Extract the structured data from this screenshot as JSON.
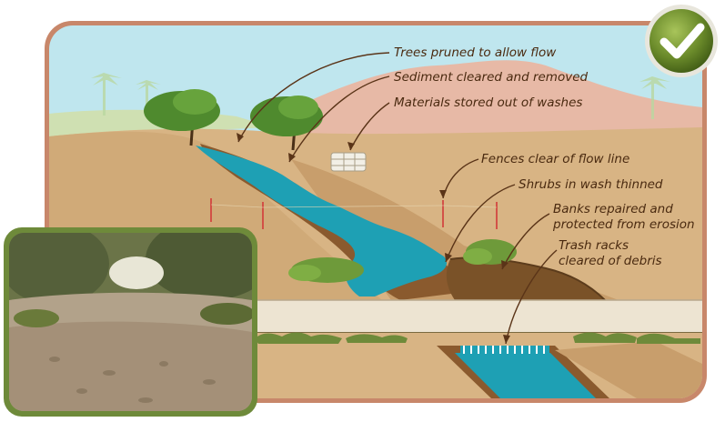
{
  "callouts": [
    {
      "id": "trees",
      "lines": [
        "Trees pruned to allow flow"
      ]
    },
    {
      "id": "sediment",
      "lines": [
        "Sediment cleared and removed"
      ]
    },
    {
      "id": "materials",
      "lines": [
        "Materials stored out of washes"
      ]
    },
    {
      "id": "fences",
      "lines": [
        "Fences clear of flow line"
      ]
    },
    {
      "id": "shrubs",
      "lines": [
        "Shrubs in wash thinned"
      ]
    },
    {
      "id": "banks",
      "lines": [
        "Banks repaired and",
        "protected from erosion"
      ]
    },
    {
      "id": "trash",
      "lines": [
        "Trash racks",
        "cleared of debris"
      ]
    }
  ],
  "badge": {
    "icon": "checkmark-icon",
    "color": "#6a8a2a"
  },
  "photo": {
    "subject": "cleared desert wash photo",
    "frame_color": "#6e8a3a"
  },
  "colors": {
    "frame": "#c8876a",
    "water": "#1ea0b4",
    "ground": "#d8b484",
    "sky": "#bfe6ee"
  }
}
